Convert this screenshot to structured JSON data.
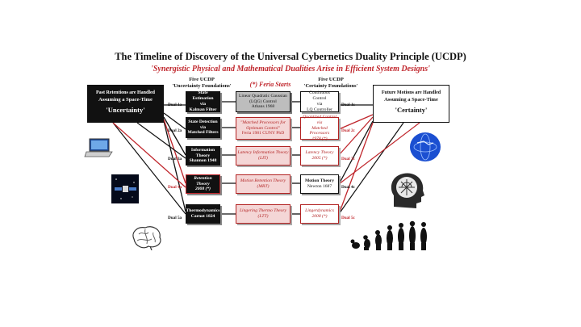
{
  "title": "The Timeline of Discovery of the Universal Cybernetics Duality Principle (UCDP)",
  "subtitle_line1": "'Synergistic Physical and Mathematical Dualities Arise in Efficient System Designs'",
  "left_col_head": [
    "Five UCDP",
    "'Uncertainty Foundations'"
  ],
  "right_col_head": [
    "Five UCDP",
    "'Certainty Foundations'"
  ],
  "feria_label": "(*) Feria Starts",
  "left_main": {
    "l1": "Past Retentions are Handled",
    "l2": "Assuming a Space-Time",
    "l3": "'Uncertainty'"
  },
  "right_main": {
    "l1": "Future Motions are Handled",
    "l2": "Assuming a Space-Time",
    "l3": "'Certainty'"
  },
  "rows": [
    {
      "dual_left": "Dual 1a",
      "dual_right": "Dual 1c",
      "left": [
        "State Estimation",
        "via",
        "Kalman Filter"
      ],
      "mid": [
        "Linear Quadratic Gaussian",
        "(LQG) Control",
        "Athans 1968"
      ],
      "right": [
        "Continuous Control",
        "via",
        "LQ Controller"
      ]
    },
    {
      "dual_left": "Dual 2a",
      "dual_right": "Dual 2c",
      "left": [
        "State Detection",
        "via",
        "Matched Filters"
      ],
      "mid": [
        "\"Matched Processors for",
        "Optimum Control\"",
        "Feria 1981 CUNY PhD"
      ],
      "right": [
        "Quantized Control",
        "via",
        "Matched Processors",
        "1978 (*)"
      ]
    },
    {
      "dual_left": "Dual 3a",
      "dual_right": "Dual 3c",
      "left": [
        "Information Theory",
        "Shannon 1948"
      ],
      "mid": [
        "Latency Information Theory",
        "(LIT)"
      ],
      "right": [
        "Latency Theory",
        "2005 (*)"
      ]
    },
    {
      "dual_left": "Dual 4a",
      "dual_right": "Dual 4c",
      "left": [
        "Retention Theory",
        "2008 (*)"
      ],
      "mid": [
        "Motion Retention Theory",
        "(MRT)"
      ],
      "right": [
        "Motion Theory",
        "Newton 1687"
      ]
    },
    {
      "dual_left": "Dual 5a",
      "dual_right": "Dual 5c",
      "left": [
        "Thermodynamics",
        "Carnot 1824"
      ],
      "mid": [
        "Lingering Thermo Theory",
        "(LTT)"
      ],
      "right": [
        "Lingerdynamics",
        "2008 (*)"
      ]
    }
  ],
  "icons": [
    "laptop-icon",
    "satellite-icon",
    "brain-icon",
    "globe-icon",
    "head-maze-icon",
    "evolution-icon"
  ],
  "colors": {
    "red": "#c0262c",
    "black": "#111111",
    "gray": "#bdbdbd",
    "pink": "#f4d6d6"
  }
}
